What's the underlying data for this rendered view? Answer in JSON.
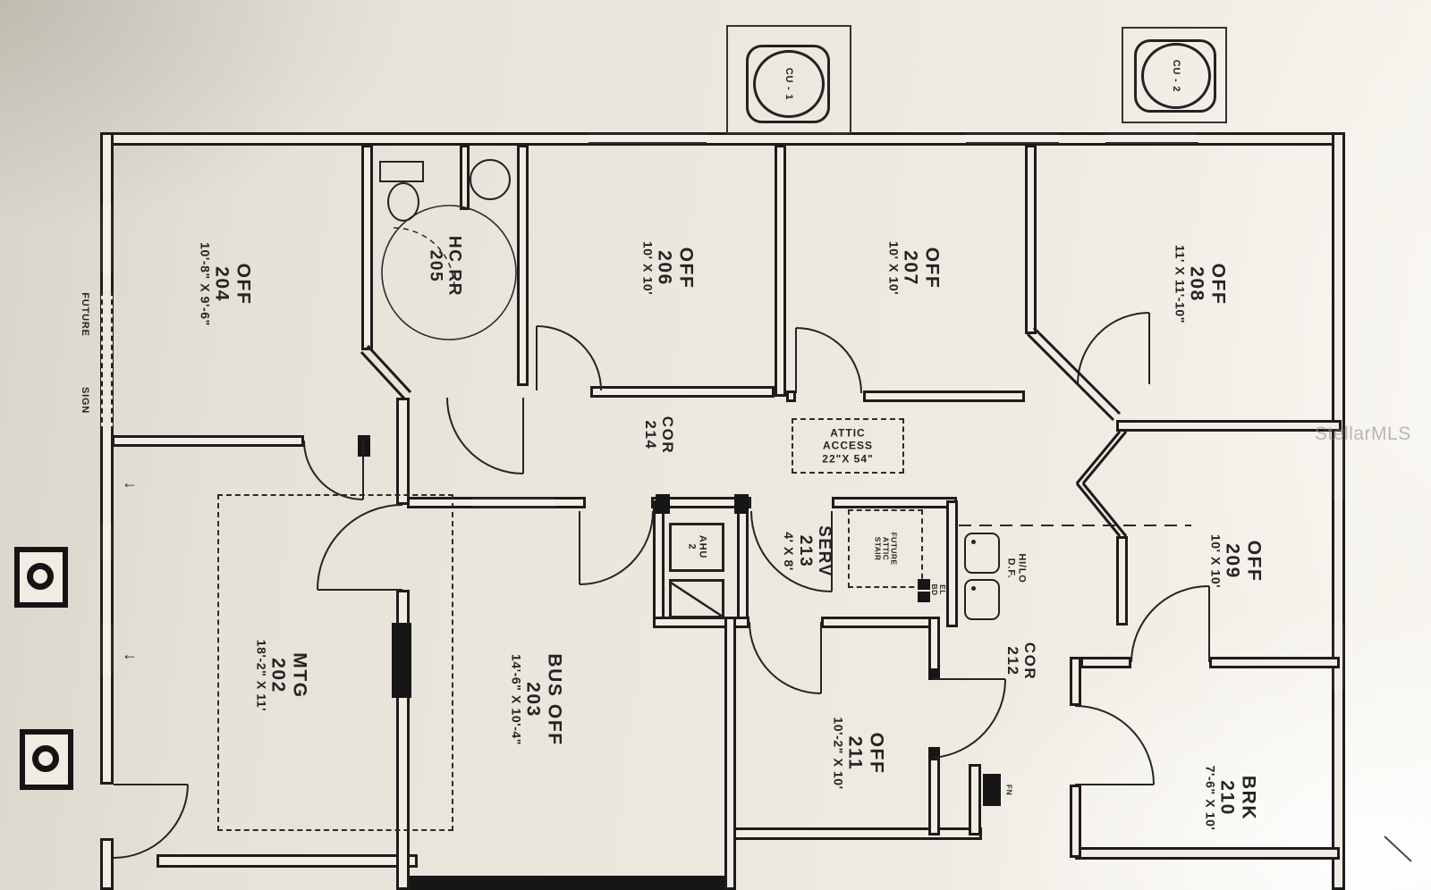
{
  "watermark": "StellarMLS",
  "site": {
    "future_sign": {
      "line1": "FUTURE",
      "line2": "SIGN"
    }
  },
  "equipment": {
    "cu1_label": "CU - 1",
    "cu2_label": "CU - 2",
    "ahu": {
      "name": "AHU",
      "number": "2"
    },
    "attic_access": {
      "line1": "ATTIC",
      "line2": "ACCESS",
      "line3": "22\"X 54\""
    },
    "future_attic": {
      "line1": "FUTURE",
      "line2": "ATTIC",
      "line3": "STAIR"
    },
    "drinking_fountain": {
      "line1": "HI/LO",
      "line2": "D.F."
    },
    "electrical_board": {
      "line1": "EL",
      "line2": "BD"
    },
    "fan": "FN"
  },
  "rooms": [
    {
      "name": "MTG",
      "number": "202",
      "dims": "18'-2\" X 11'"
    },
    {
      "name": "BUS OFF",
      "number": "203",
      "dims": "14'-6\" X 10'-4\""
    },
    {
      "name": "OFF",
      "number": "204",
      "dims": "10'-8\" X 9'-6\""
    },
    {
      "name": "HC RR",
      "number": "205",
      "dims": ""
    },
    {
      "name": "OFF",
      "number": "206",
      "dims": "10' X 10'"
    },
    {
      "name": "OFF",
      "number": "207",
      "dims": "10' X 10'"
    },
    {
      "name": "OFF",
      "number": "208",
      "dims": "11' X 11'-10\""
    },
    {
      "name": "OFF",
      "number": "209",
      "dims": "10' X 10'"
    },
    {
      "name": "BRK",
      "number": "210",
      "dims": "7'-6\" X 10'"
    },
    {
      "name": "OFF",
      "number": "211",
      "dims": "10'-2\" X 10'"
    },
    {
      "name": "COR",
      "number": "212",
      "dims": ""
    },
    {
      "name": "SERV",
      "number": "213",
      "dims": "4' X 8'"
    },
    {
      "name": "COR",
      "number": "214",
      "dims": ""
    }
  ]
}
